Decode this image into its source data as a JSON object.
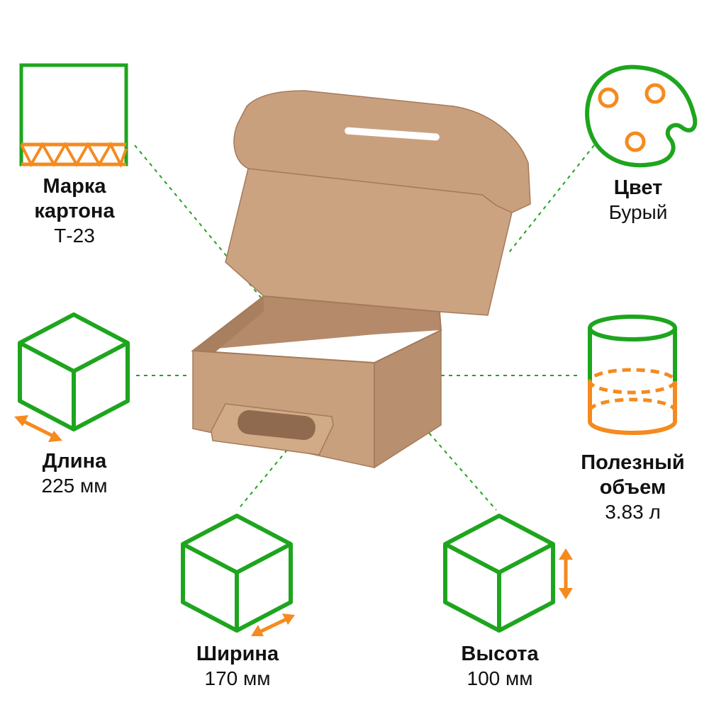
{
  "colors": {
    "green": "#1ea51e",
    "orange": "#f58a1f",
    "cardboard": "#c9a07e",
    "cardboard_dark": "#b5896a",
    "cardboard_light": "#d6b394"
  },
  "icons": [
    "corrugated-board-icon",
    "palette-icon",
    "cube-length-icon",
    "cylinder-volume-icon",
    "cube-width-icon",
    "cube-height-icon"
  ],
  "specs": {
    "grade": {
      "title_line1": "Марка",
      "title_line2": "картона",
      "value": "Т-23"
    },
    "color": {
      "title": "Цвет",
      "value": "Бурый"
    },
    "length": {
      "title": "Длина",
      "value": "225 мм"
    },
    "volume": {
      "title_line1": "Полезный",
      "title_line2": "объем",
      "value": "3.83 л"
    },
    "width": {
      "title": "Ширина",
      "value": "170 мм"
    },
    "height": {
      "title": "Высота",
      "value": "100 мм"
    }
  }
}
